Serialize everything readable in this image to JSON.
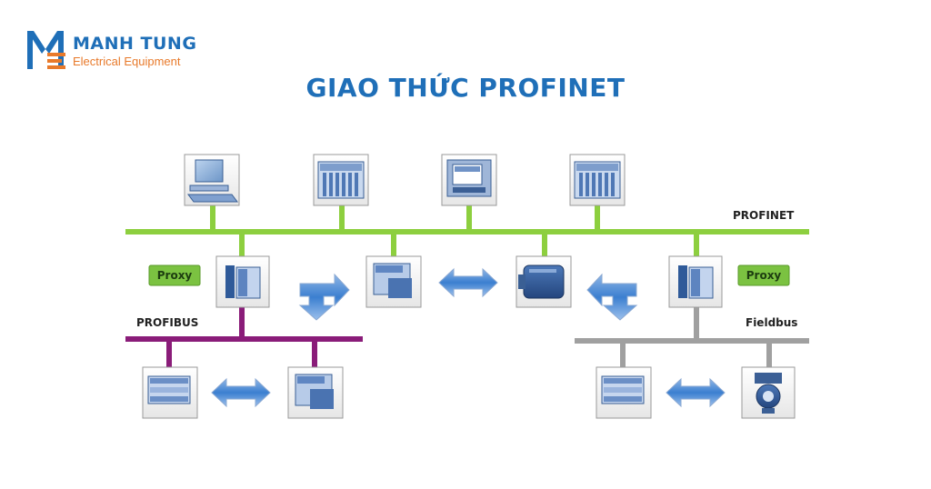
{
  "brand": {
    "name": "MANH TUNG",
    "tagline": "Electrical Equipment",
    "primary_color": "#1f6fb8",
    "accent_color": "#e87a2b"
  },
  "title": "GIAO THỨC PROFINET",
  "diagram": {
    "buses": {
      "profinet": {
        "label": "PROFINET",
        "color": "#8dcf3f"
      },
      "profibus": {
        "label": "PROFIBUS",
        "color": "#8a1c79"
      },
      "fieldbus": {
        "label": "Fieldbus",
        "color": "#a0a0a0"
      }
    },
    "proxy_left": {
      "label": "Proxy",
      "color": "#7bc241"
    },
    "proxy_right": {
      "label": "Proxy",
      "color": "#7bc241"
    },
    "devices": {
      "top": [
        "pc-workstation-icon",
        "controller-rack-icon",
        "hmi-panel-icon",
        "controller-rack-icon"
      ],
      "middle": [
        "proxy-plc-icon",
        "io-module-icon",
        "drive-motor-icon",
        "proxy-plc-icon"
      ],
      "bottom_left": [
        "plc-module-icon",
        "io-module-icon"
      ],
      "bottom_right": [
        "plc-module-icon",
        "field-instrument-icon"
      ]
    }
  }
}
